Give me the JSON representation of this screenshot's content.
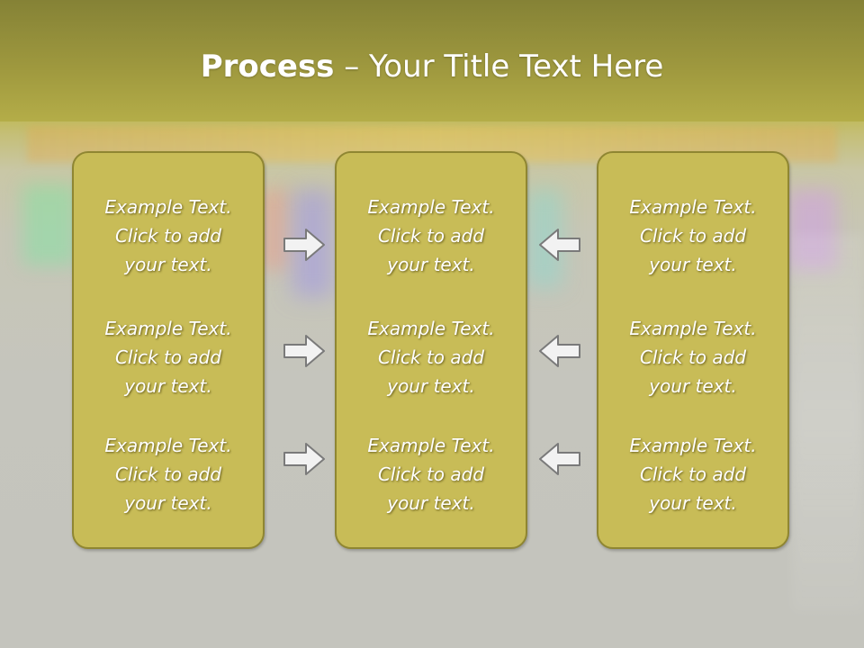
{
  "slide": {
    "title_bold": "Process",
    "title_rest": " – Your Title Text Here"
  },
  "columns": [
    {
      "items": [
        {
          "line1": "Example Text.",
          "line2": "Click  to add",
          "line3": "your text."
        },
        {
          "line1": "Example Text.",
          "line2": "Click  to add",
          "line3": "your text."
        },
        {
          "line1": "Example Text.",
          "line2": "Click  to add",
          "line3": "your text."
        }
      ]
    },
    {
      "items": [
        {
          "line1": "Example Text.",
          "line2": "Click  to add",
          "line3": "your text."
        },
        {
          "line1": "Example Text.",
          "line2": "Click  to add",
          "line3": "your text."
        },
        {
          "line1": "Example Text.",
          "line2": "Click  to add",
          "line3": "your text."
        }
      ]
    },
    {
      "items": [
        {
          "line1": "Example Text.",
          "line2": "Click  to add",
          "line3": "your text."
        },
        {
          "line1": "Example Text.",
          "line2": "Click  to add",
          "line3": "your text."
        },
        {
          "line1": "Example Text.",
          "line2": "Click  to add",
          "line3": "your text."
        }
      ]
    }
  ],
  "colors": {
    "box_fill": "#c8bc57",
    "box_border": "#8f8632",
    "title_band": "#9e983e",
    "arrow_fill": "#f2f2f2",
    "arrow_stroke": "#7a7a7a"
  },
  "icons": {
    "left_arrows": "right-arrow-icon",
    "right_arrows": "left-arrow-icon"
  }
}
